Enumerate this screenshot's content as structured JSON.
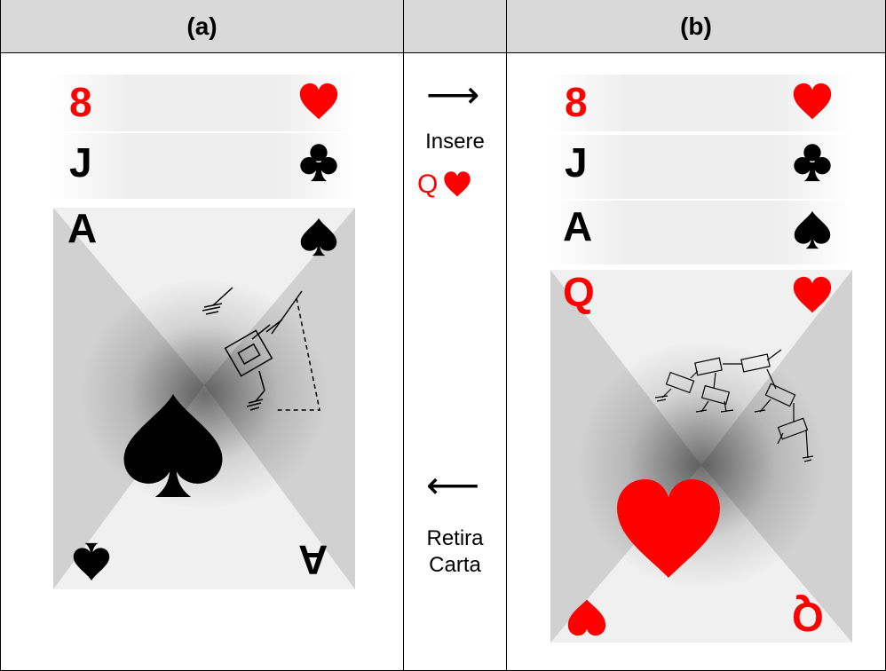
{
  "header": {
    "col_a": "(a)",
    "col_b": "(b)"
  },
  "middle": {
    "insert_label": "Insere",
    "insert_card_rank": "Q",
    "remove_label_line1": "Retira",
    "remove_label_line2": "Carta"
  },
  "stack_a": [
    {
      "rank": "8",
      "suit": "heart-icon"
    },
    {
      "rank": "J",
      "suit": "club-icon"
    },
    {
      "rank": "A",
      "suit": "spade-icon"
    }
  ],
  "card_a_bottom": "A",
  "stack_b": [
    {
      "rank": "8",
      "suit": "heart-icon"
    },
    {
      "rank": "J",
      "suit": "club-icon"
    },
    {
      "rank": "A",
      "suit": "spade-icon"
    },
    {
      "rank": "Q",
      "suit": "heart-icon"
    }
  ],
  "card_b_bottom": "Q",
  "colors": {
    "red": "#ff0000",
    "black": "#000000",
    "header_bg": "#d9d9d9"
  }
}
